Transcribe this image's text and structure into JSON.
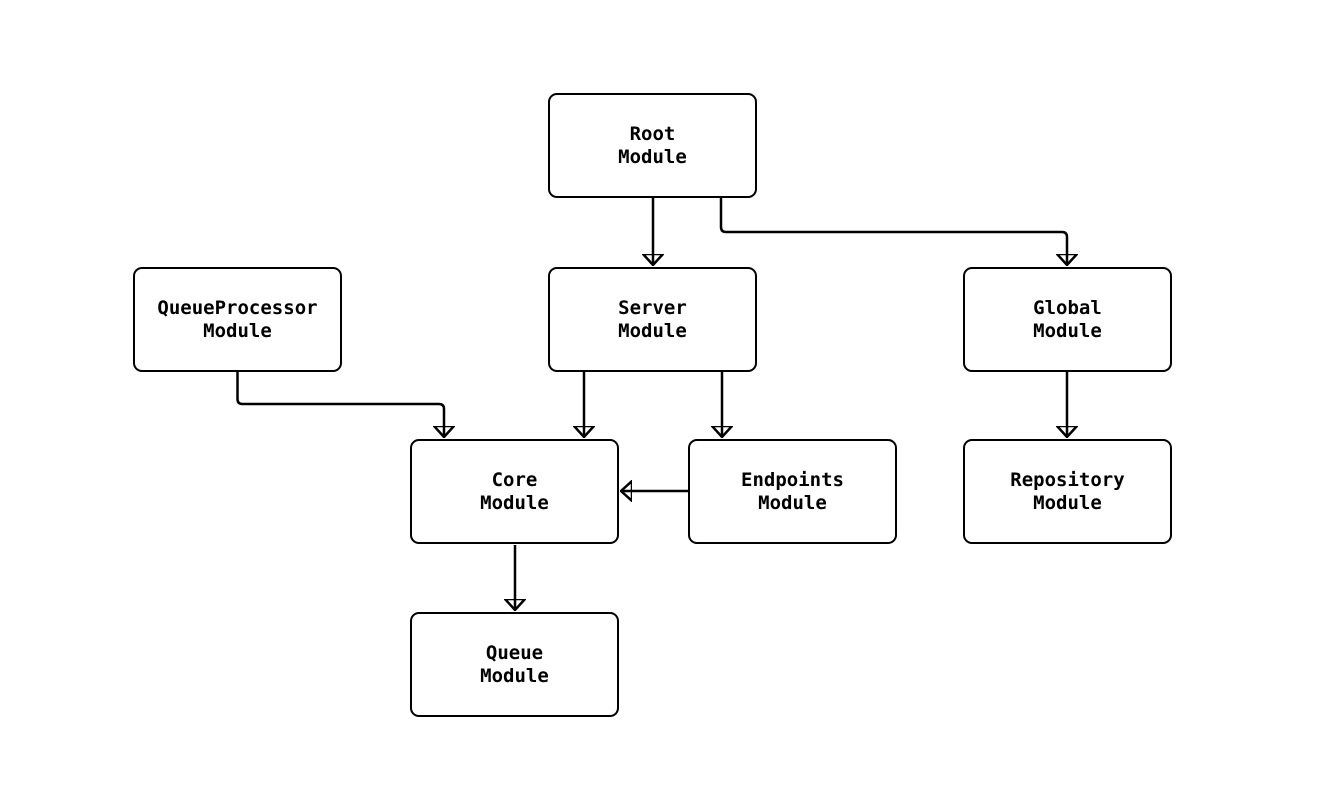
{
  "diagram": {
    "type": "dependency-flowchart",
    "colors": {
      "background": "#ffffff",
      "node_fill": "#ffffff",
      "node_border": "#000000",
      "edge": "#000000",
      "text": "#000000"
    },
    "nodes": [
      {
        "id": "root",
        "label": "Root\nModule"
      },
      {
        "id": "queueprocessor",
        "label": "QueueProcessor\nModule"
      },
      {
        "id": "server",
        "label": "Server\nModule"
      },
      {
        "id": "global",
        "label": "Global\nModule"
      },
      {
        "id": "core",
        "label": "Core\nModule"
      },
      {
        "id": "endpoints",
        "label": "Endpoints\nModule"
      },
      {
        "id": "repository",
        "label": "Repository\nModule"
      },
      {
        "id": "queue",
        "label": "Queue\nModule"
      }
    ],
    "edges": [
      {
        "from": "root",
        "to": "server"
      },
      {
        "from": "root",
        "to": "global"
      },
      {
        "from": "queueprocessor",
        "to": "core"
      },
      {
        "from": "server",
        "to": "core"
      },
      {
        "from": "server",
        "to": "endpoints"
      },
      {
        "from": "endpoints",
        "to": "core"
      },
      {
        "from": "global",
        "to": "repository"
      },
      {
        "from": "core",
        "to": "queue"
      }
    ]
  }
}
